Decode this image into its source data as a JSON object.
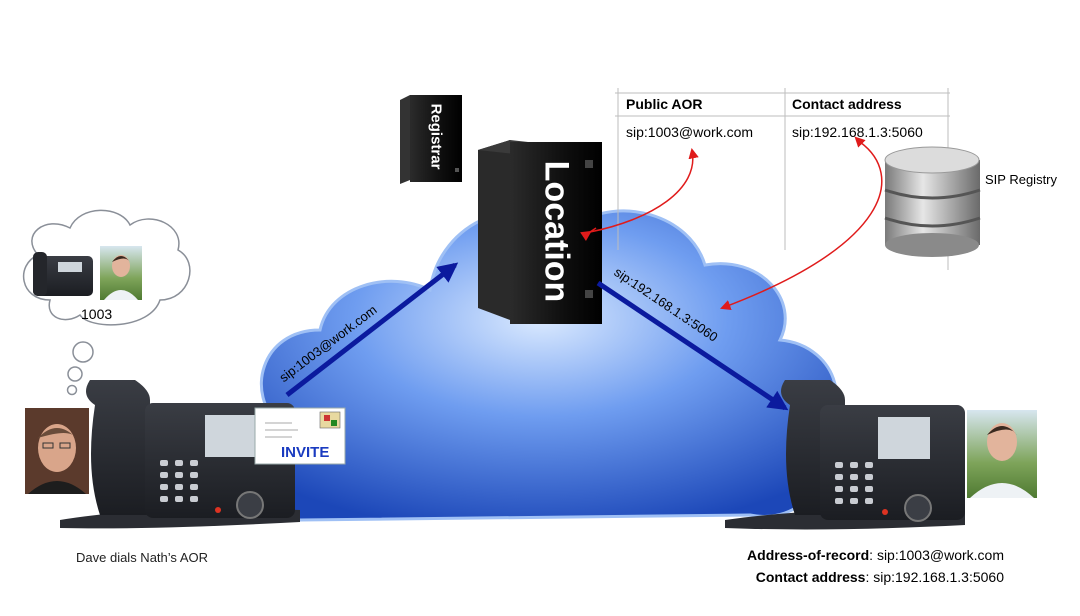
{
  "registry_table": {
    "headers": [
      "Public AOR",
      "Contact address"
    ],
    "rows": [
      [
        "sip:1003@work.com",
        "sip:192.168.1.3:5060"
      ]
    ]
  },
  "sip_registry_label": "SIP Registry",
  "registrar_label": "Registrar",
  "location_label": "Location",
  "thought_bubble_number": "1003",
  "left_arrow_label": "sip:1003@work.com",
  "right_arrow_label": "sip:192.168.1.3:5060",
  "invite_label": "INVITE",
  "caller_caption": "Dave dials Nath’s AOR",
  "callee_info": {
    "aor_label": "Address-of-record",
    "aor_value": ": sip:1003@work.com",
    "contact_label": "Contact address",
    "contact_value": ": sip:192.168.1.3:5060"
  },
  "colors": {
    "cloud_light": "#bcd8ff",
    "cloud_dark": "#1f52c9",
    "arrow_blue": "#0b1a9e",
    "arrow_red": "#e01b1b",
    "server_black": "#111111"
  }
}
